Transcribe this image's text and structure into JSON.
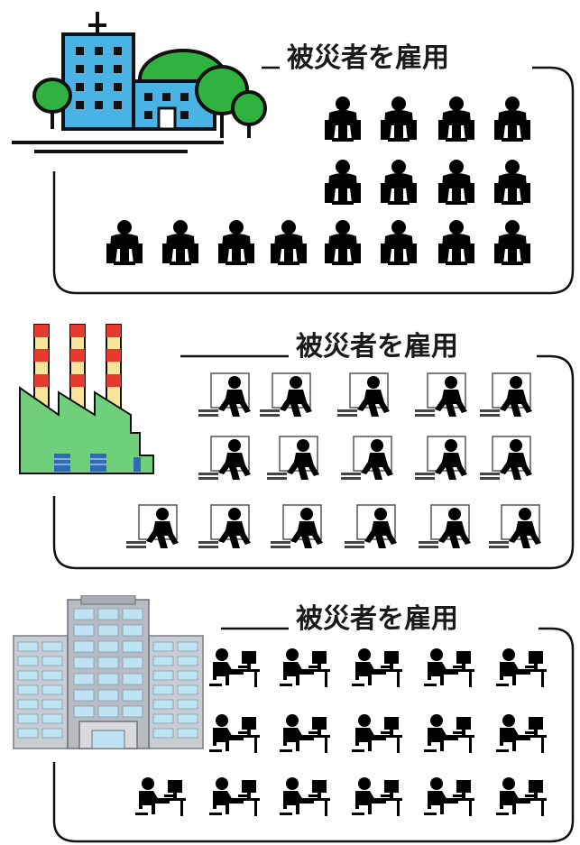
{
  "panels": [
    {
      "id": "office",
      "caption": "被災者を雇用",
      "building_icon": "office-building-with-trees-icon",
      "worker_icon": "seated-worker-icon",
      "rows": [
        4,
        4,
        8
      ],
      "worker_count": 16
    },
    {
      "id": "factory",
      "caption": "被災者を雇用",
      "building_icon": "factory-with-chimneys-icon",
      "worker_icon": "factory-worker-at-machine-icon",
      "rows": [
        5,
        5,
        6
      ],
      "worker_count": 16
    },
    {
      "id": "company",
      "caption": "被災者を雇用",
      "building_icon": "office-tower-icon",
      "worker_icon": "desk-worker-at-computer-icon",
      "rows": [
        5,
        5,
        6
      ],
      "worker_count": 16
    }
  ],
  "colors": {
    "office_building": "#49b3e5",
    "tree": "#2fb23f",
    "factory_wall": "#6fcf7a",
    "chimney_red": "#e63a2e",
    "chimney_cream": "#f7e39a",
    "window_blue": "#2f6bb3",
    "tower_grey": "#b8bcc2",
    "tower_glass": "#bfe3f2",
    "silhouette": "#000000",
    "frame": "#111111"
  }
}
